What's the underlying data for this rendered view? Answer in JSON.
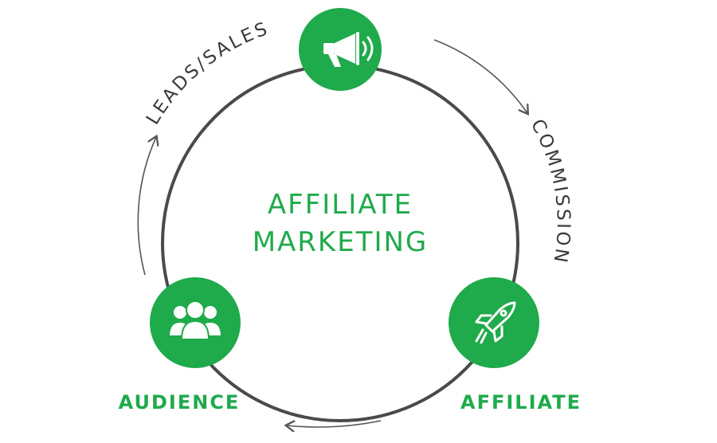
{
  "center": {
    "line1": "AFFILIATE",
    "line2": "MARKETING"
  },
  "nodes": {
    "top": {
      "icon": "megaphone-icon"
    },
    "left": {
      "icon": "people-icon",
      "label": "AUDIENCE"
    },
    "right": {
      "icon": "rocket-icon",
      "label": "AFFILIATE"
    }
  },
  "flows": {
    "left_arc": "LEADS/SALES",
    "right_arc": "COMMISSION"
  },
  "colors": {
    "accent": "#1faa4b",
    "ring": "#4a4a4a",
    "arrow": "#555555",
    "text_dark": "#3a3a3a"
  }
}
